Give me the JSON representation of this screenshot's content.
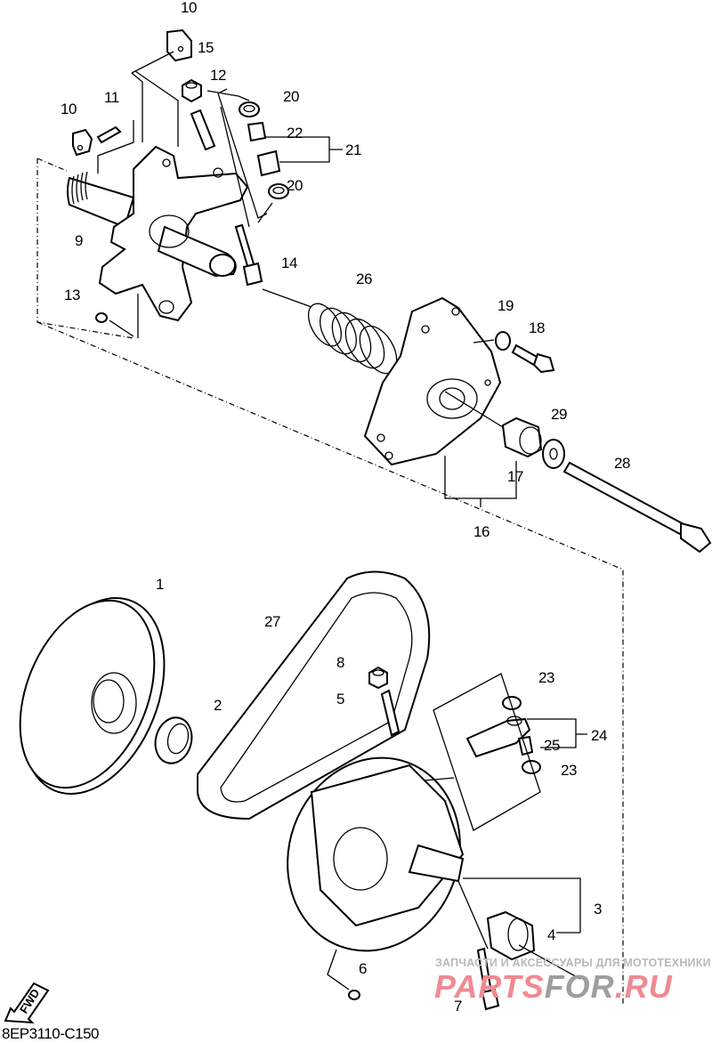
{
  "diagram": {
    "title_code": "8EP3110-C150",
    "direction_badge": "FWD",
    "direction_icon": "forward-arrow-icon",
    "callouts": [
      {
        "id": "c10a",
        "label": "10"
      },
      {
        "id": "c15",
        "label": "15"
      },
      {
        "id": "c12",
        "label": "12"
      },
      {
        "id": "c11",
        "label": "11"
      },
      {
        "id": "c10b",
        "label": "10"
      },
      {
        "id": "c20a",
        "label": "20"
      },
      {
        "id": "c22",
        "label": "22"
      },
      {
        "id": "c21",
        "label": "21"
      },
      {
        "id": "c20b",
        "label": "20"
      },
      {
        "id": "c9",
        "label": "9"
      },
      {
        "id": "c14",
        "label": "14"
      },
      {
        "id": "c13",
        "label": "13"
      },
      {
        "id": "c26",
        "label": "26"
      },
      {
        "id": "c19",
        "label": "19"
      },
      {
        "id": "c18",
        "label": "18"
      },
      {
        "id": "c29",
        "label": "29"
      },
      {
        "id": "c28",
        "label": "28"
      },
      {
        "id": "c17",
        "label": "17"
      },
      {
        "id": "c16",
        "label": "16"
      },
      {
        "id": "c1",
        "label": "1"
      },
      {
        "id": "c27",
        "label": "27"
      },
      {
        "id": "c2",
        "label": "2"
      },
      {
        "id": "c8",
        "label": "8"
      },
      {
        "id": "c5",
        "label": "5"
      },
      {
        "id": "c23a",
        "label": "23"
      },
      {
        "id": "c24",
        "label": "24"
      },
      {
        "id": "c25",
        "label": "25"
      },
      {
        "id": "c23b",
        "label": "23"
      },
      {
        "id": "c3",
        "label": "3"
      },
      {
        "id": "c4",
        "label": "4"
      },
      {
        "id": "c6",
        "label": "6"
      },
      {
        "id": "c7",
        "label": "7"
      }
    ]
  },
  "watermark": {
    "tagline": "ЗАПЧАСТИ И АКСЕССУАРЫ ДЛЯ МОТОТЕХНИКИ",
    "brand_part_a": "PARTS",
    "brand_part_b": "FOR",
    "brand_part_c": ".RU"
  }
}
